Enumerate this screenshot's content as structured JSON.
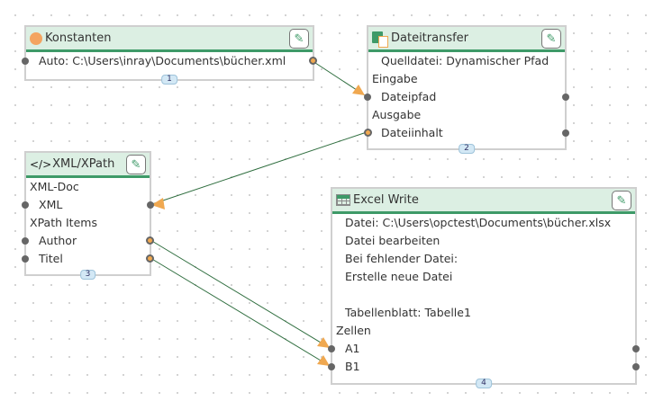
{
  "nodes": {
    "konstanten": {
      "title": "Konstanten",
      "icon": "circle-icon",
      "rows": [
        "Auto: C:\\Users\\inray\\Documents\\bücher.xml"
      ],
      "badge": "1"
    },
    "dateitransfer": {
      "title": "Dateitransfer",
      "icon": "file-transfer-icon",
      "rows": [
        "Quelldatei: Dynamischer Pfad",
        "Eingabe",
        "Dateipfad",
        "Ausgabe",
        "Dateiinhalt"
      ],
      "badge": "2"
    },
    "xpath": {
      "title": "XML/XPath",
      "icon_text": "</>",
      "rows": [
        "XML-Doc",
        "XML",
        "XPath Items",
        "Author",
        "Titel"
      ],
      "badge": "3"
    },
    "excel": {
      "title": "Excel Write",
      "icon": "table-icon",
      "rows": [
        "Datei: C:\\Users\\opctest\\Documents\\bücher.xlsx",
        "Datei bearbeiten",
        "Bei fehlender Datei:",
        "Erstelle neue Datei",
        "",
        "Tabellenblatt: Tabelle1",
        "Zellen",
        "A1",
        "B1"
      ],
      "badge": "4"
    }
  },
  "colors": {
    "header_bg": "#dcefe3",
    "header_line": "#3e9a68",
    "link": "#2f6e3f",
    "arrow": "#f0a850"
  }
}
